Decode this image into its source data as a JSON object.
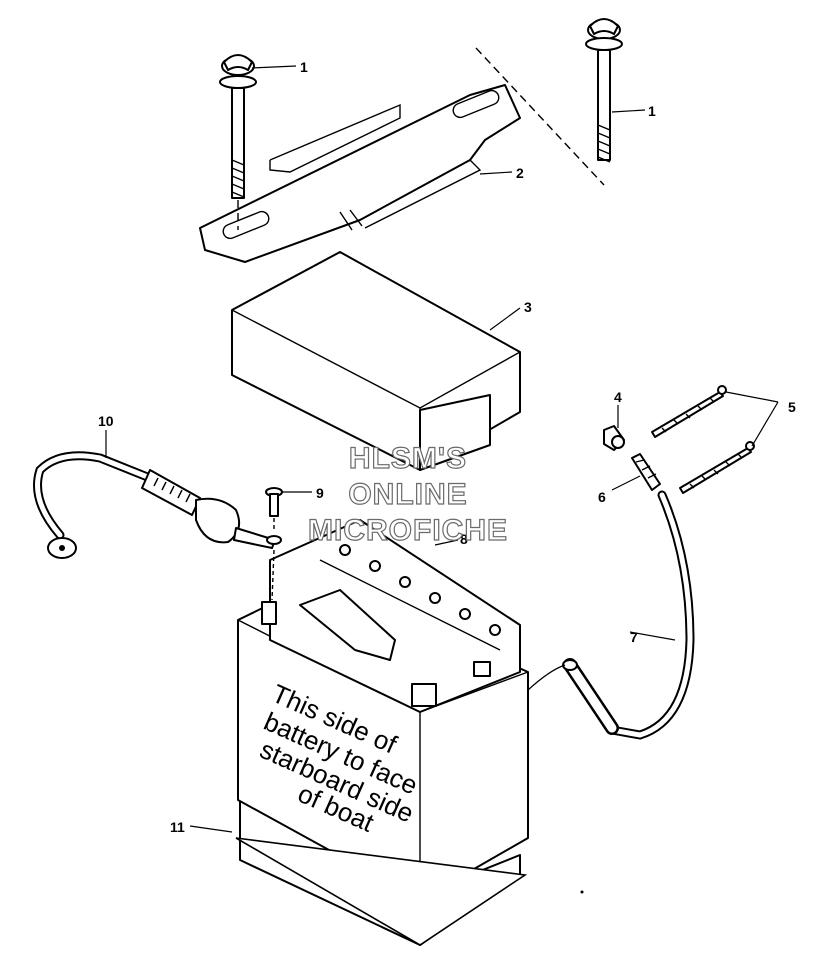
{
  "callouts": {
    "c1a": "1",
    "c1b": "1",
    "c2": "2",
    "c3": "3",
    "c4": "4",
    "c5": "5",
    "c6": "6",
    "c7": "7",
    "c8": "8",
    "c9": "9",
    "c10": "10",
    "c11": "11"
  },
  "battery_label": {
    "line1": "This side of",
    "line2": "battery to face",
    "line3": "starboard side",
    "line4": "of boat"
  },
  "watermark": {
    "line1": "HLSM'S",
    "line2": "ONLINE",
    "line3": "MICROFICHE"
  }
}
